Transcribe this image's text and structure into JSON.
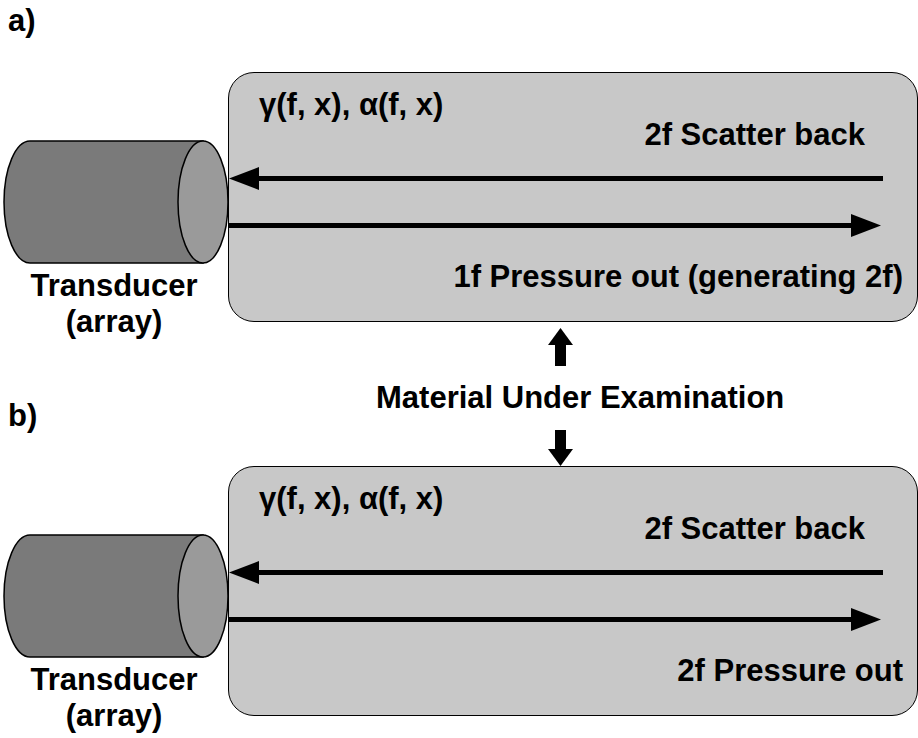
{
  "diagram": {
    "nodes": [
      {
        "text": [
          "Transducer (array)"
        ]
      },
      {
        "text": [
          "γ(f, x), α(f, x)",
          "2f Scatter back",
          "1f Pressure out (generating 2f)"
        ]
      },
      {
        "text": [
          "Transducer (array)"
        ]
      },
      {
        "text": [
          "γ(f, x), α(f, x)",
          "2f Scatter back",
          "2f Pressure out"
        ]
      }
    ],
    "labels": [
      "a)",
      "b)",
      "Material Under Examination"
    ]
  }
}
